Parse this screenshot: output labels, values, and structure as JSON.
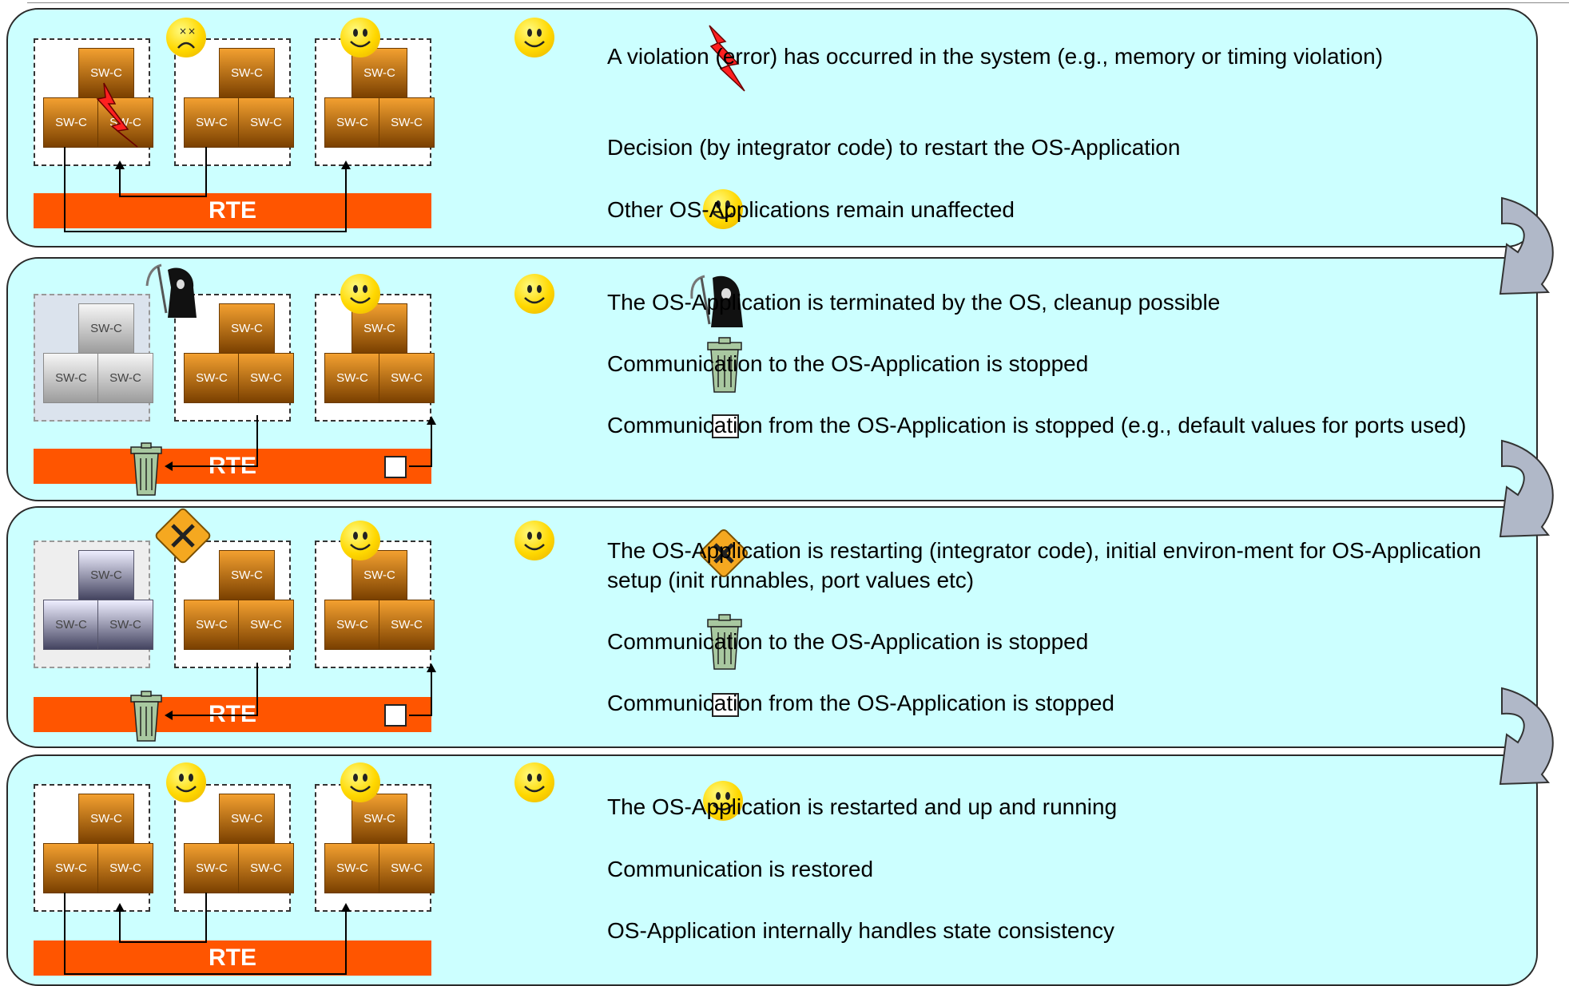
{
  "labels": {
    "swc": "SW-C",
    "rte": "RTE"
  },
  "panels": [
    {
      "items": [
        {
          "icon": "lightning-icon",
          "text": "A violation (error) has occurred in the system (e.g., memory or timing violation)"
        },
        {
          "icon": "",
          "text": "Decision (by integrator code) to restart the OS-Application"
        },
        {
          "icon": "smiley-icon",
          "text": "Other OS-Applications remain unaffected"
        }
      ]
    },
    {
      "items": [
        {
          "icon": "grim-reaper-icon",
          "text": "The OS-Application is terminated by the OS, cleanup possible"
        },
        {
          "icon": "trash-can-icon",
          "text": "Communication to the OS-Application is stopped"
        },
        {
          "icon": "empty-box-icon",
          "text": "Communication from the OS-Application is stopped (e.g., default values for ports used)"
        }
      ]
    },
    {
      "items": [
        {
          "icon": "tools-warning-icon",
          "text": "The OS-Application is restarting (integrator code), initial environ-ment for OS-Application setup (init runnables, port values etc)"
        },
        {
          "icon": "trash-can-icon",
          "text": "Communication to the OS-Application is stopped"
        },
        {
          "icon": "empty-box-icon",
          "text": "Communication from the OS-Application is stopped"
        }
      ]
    },
    {
      "items": [
        {
          "icon": "smiley-icon",
          "text": "The OS-Application is restarted and up and running"
        },
        {
          "icon": "",
          "text": "Communication is restored"
        },
        {
          "icon": "",
          "text": "OS-Application internally handles state consistency"
        }
      ]
    }
  ],
  "colors": {
    "panel_background": "#ccffff",
    "rte": "#ff5500",
    "swc_active": "#c46a10",
    "smiley": "#ffd800",
    "transition_arrow": "#b0b8c8"
  }
}
